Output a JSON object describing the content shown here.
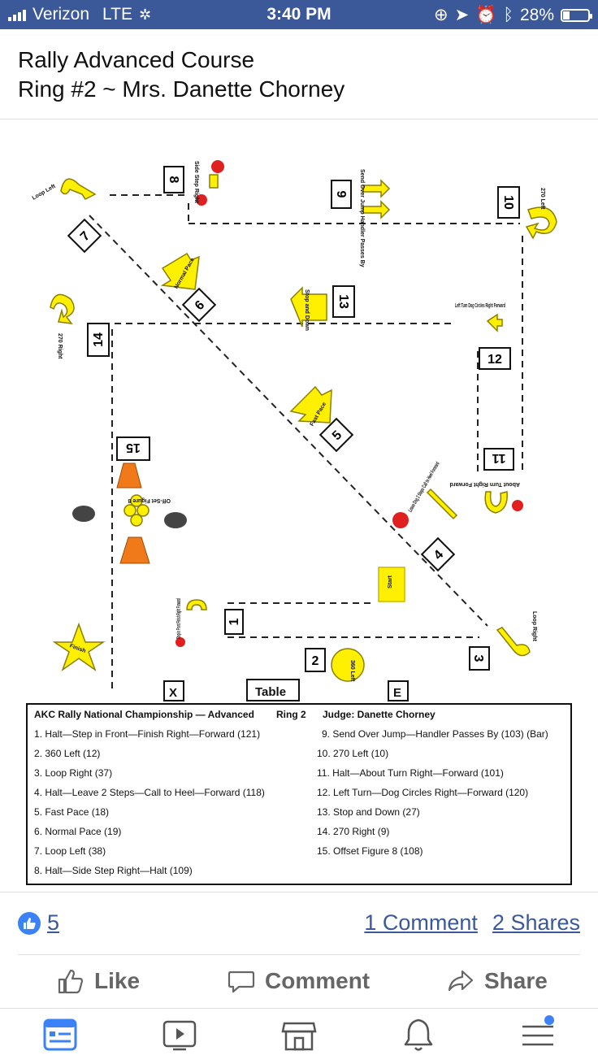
{
  "status_bar": {
    "carrier": "Verizon",
    "network": "LTE",
    "time": "3:40 PM",
    "battery": "28%",
    "battery_level": 0.28
  },
  "post": {
    "title_line1": "Rally Advanced Course",
    "title_line2": "Ring #2 ~ Mrs. Danette Chorney"
  },
  "course_map": {
    "station_numbers": [
      "1",
      "2",
      "3",
      "4",
      "5",
      "6",
      "7",
      "8",
      "9",
      "10",
      "11",
      "12",
      "13",
      "14",
      "15"
    ],
    "sign_labels": {
      "loop_left": "Loop Left",
      "side_step_right": "Side Step Right",
      "send_over_jump": "Send Over Jump Handler Passes By",
      "t270_left": "270 Left",
      "normal_pace": "Normal Pace",
      "stop_and_down": "Stop and Down",
      "t270_right": "270 Right",
      "left_turn_dog_circles": "Left Turn Dog Circles Right Forward",
      "fast_pace": "Fast Pace",
      "about_turn_right": "About Turn Right Forward",
      "offset_figure_8": "Off-Set Figure 8",
      "leave_dog": "Leave Dog 2 Steps Call to Heel Forward",
      "start": "Start",
      "step_in_front": "Step in Front Finish Right Forward",
      "t360_left": "360 Left",
      "loop_right": "Loop Right",
      "finish": "Finish"
    },
    "markers": {
      "x": "X",
      "table": "Table",
      "e": "E"
    },
    "legend": {
      "heading": "AKC Rally National Championship — Advanced",
      "ring": "Ring 2",
      "judge": "Judge:  Danette Chorney",
      "left_items": [
        "1. Halt—Step in Front—Finish Right—Forward (121)",
        "2. 360 Left (12)",
        "3. Loop Right (37)",
        "4. Halt—Leave 2 Steps—Call to Heel—Forward (118)",
        "5. Fast Pace (18)",
        "6. Normal Pace (19)",
        "7. Loop Left (38)",
        "8. Halt—Side Step Right—Halt (109)"
      ],
      "right_items": [
        "9. Send Over Jump—Handler Passes By (103) (Bar)",
        "10. 270 Left (10)",
        "11. Halt—About Turn Right—Forward (101)",
        "12. Left Turn—Dog Circles Right—Forward (120)",
        "13. Stop and Down (27)",
        "14. 270 Right (9)",
        "15. Offset Figure 8 (108)"
      ]
    }
  },
  "engagement": {
    "likes": "5",
    "comments": "1 Comment",
    "shares": "2 Shares"
  },
  "actions": {
    "like": "Like",
    "comment": "Comment",
    "share": "Share"
  },
  "colors": {
    "header_blue": "#3b5998",
    "link_blue": "#3b5998",
    "sign_yellow": "#ffef00",
    "stop_red": "#e02020",
    "cone_orange": "#f07a1a"
  }
}
